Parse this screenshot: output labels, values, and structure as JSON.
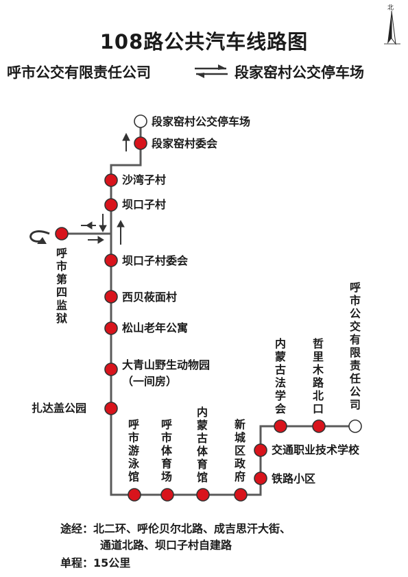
{
  "title": "108路公共汽车线路图",
  "compass_label": "北",
  "route": {
    "from": "呼市公交有限责任公司",
    "to": "段家窑村公交停车场"
  },
  "stops": {
    "terminal_north": "段家窑村公交停车场",
    "s1": "段家窑村委会",
    "s2": "沙湾子村",
    "s3": "坝口子村",
    "prison": "呼市第四监狱",
    "s4": "坝口子村委会",
    "s5": "西贝莜面村",
    "s6": "松山老年公寓",
    "s7": "大青山野生动物园",
    "s7_sub": "（一间房）",
    "s8": "扎达盖公园",
    "s9": "呼市游泳馆",
    "s10": "呼市体育场",
    "s11": "内蒙古体育馆",
    "s12": "新城区政府",
    "s13": "铁路小区",
    "s14": "交通职业技术学校",
    "s15": "内蒙古法学会",
    "s16": "哲里木路北口",
    "terminal_south": "呼市公交有限责任公司"
  },
  "footer": {
    "via_label": "途经：",
    "via_line1": "北二环、呼伦贝尔北路、成吉思汗大街、",
    "via_line2": "通道北路、坝口子村自建路",
    "distance_label": "单程：",
    "distance": "15公里"
  },
  "colors": {
    "line": "#5a5a5a",
    "stop_fill": "#d8141c",
    "terminal_fill": "#ffffff"
  }
}
